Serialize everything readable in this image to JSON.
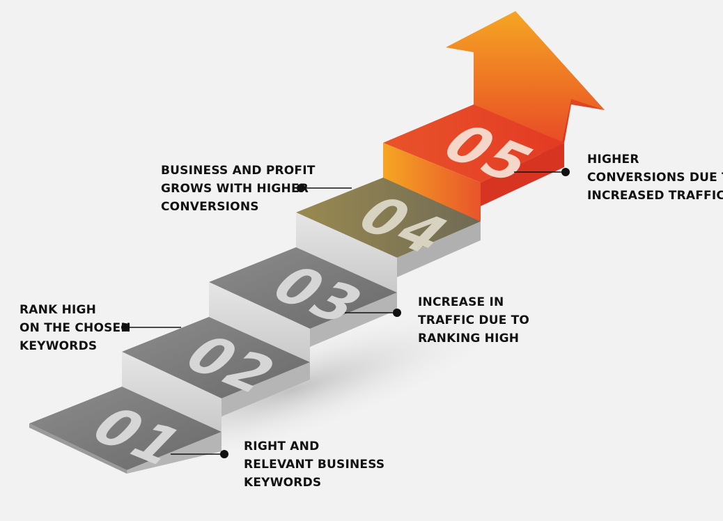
{
  "steps": [
    {
      "number": "01",
      "lines": [
        "RIGHT AND",
        "RELEVANT BUSINESS",
        "KEYWORDS"
      ]
    },
    {
      "number": "02",
      "lines": [
        "RANK HIGH",
        "ON THE CHOSEN",
        "KEYWORDS"
      ]
    },
    {
      "number": "03",
      "lines": [
        "INCREASE IN",
        "TRAFFIC DUE TO",
        "RANKING HIGH"
      ]
    },
    {
      "number": "04",
      "lines": [
        "BUSINESS AND PROFIT",
        "GROWS WITH HIGHER",
        "CONVERSIONS"
      ]
    },
    {
      "number": "05",
      "lines": [
        "HIGHER",
        "CONVERSIONS DUE TO",
        "INCREASED TRAFFIC"
      ]
    }
  ],
  "colors": {
    "background": "#f2f2f2",
    "step_top_gray": "#7a7a7a",
    "step_riser": "#d9d9d9",
    "step_4_top": "#8a7a45",
    "step_5_top": "#e64526",
    "arrow_top": "#f39a2b",
    "arrow_bottom": "#e63a26",
    "label_text": "#111111",
    "connector": "#111111"
  }
}
